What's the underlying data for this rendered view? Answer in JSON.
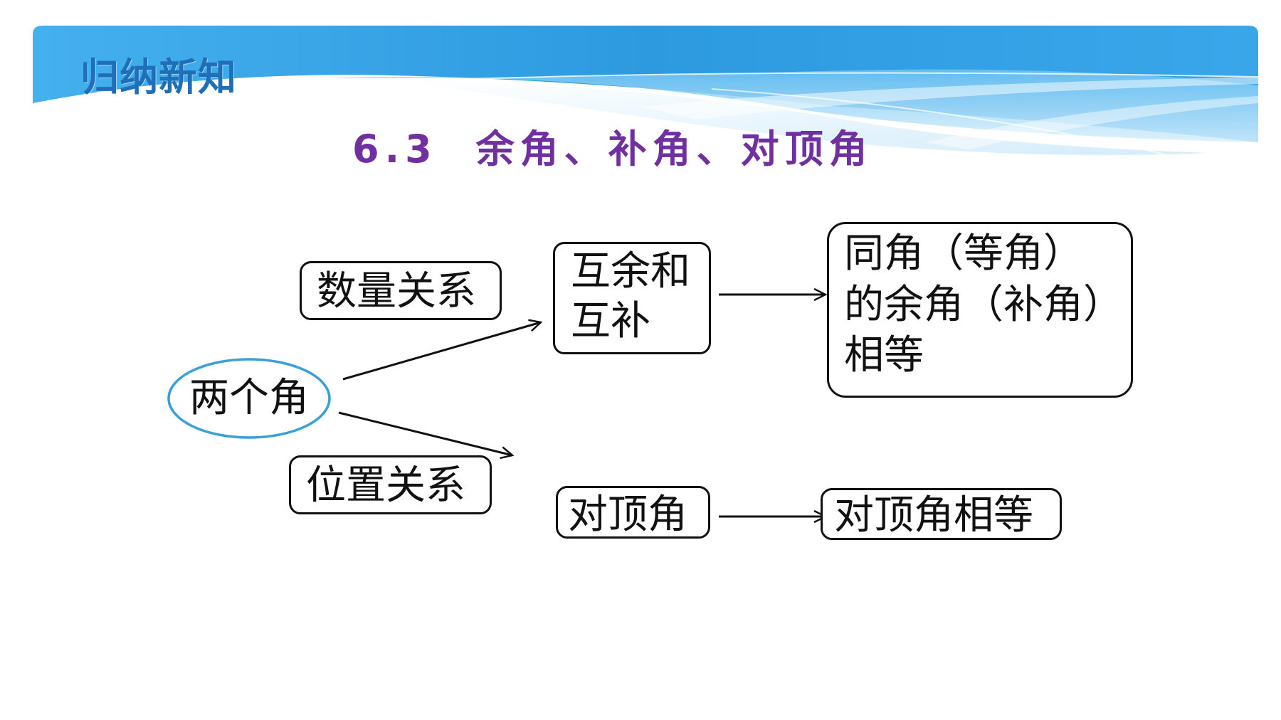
{
  "header": {
    "section_title": "归纳新知",
    "lesson_number": "6.3",
    "lesson_title": "余角、补角、对顶角"
  },
  "diagram": {
    "root": "两个角",
    "quantity_relation": "数量关系",
    "position_relation": "位置关系",
    "complementary_node": {
      "line1": "互余和",
      "line2": "互补"
    },
    "equality_node": {
      "line1": "同角（等角）",
      "line2": "的余角（补角）",
      "line3": "相等"
    },
    "vertical_angles": "对顶角",
    "vertical_angles_equal": "对顶角相等"
  },
  "colors": {
    "banner_blue": "#2f9be0",
    "banner_light": "#bfe4fa",
    "section_title": "#1f6fb8",
    "lesson_title": "#7030a0",
    "ellipse_stroke": "#3aa0d8",
    "line": "#111111"
  }
}
